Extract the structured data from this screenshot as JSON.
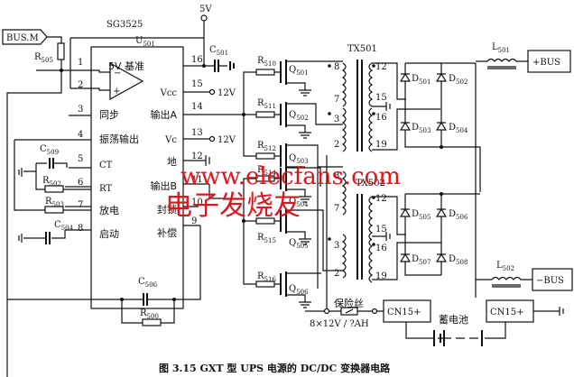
{
  "figure": {
    "caption": "图 3.15   GXT 型 UPS 电源的 DC/DC 变换器电路",
    "watermark_url": "www.elecfans.com",
    "watermark_cn": "电子发烧友",
    "watermark_color": "#e0141b"
  },
  "ic": {
    "part": "SG3525",
    "ref": "U",
    "ref_sub": "501",
    "left_pins": [
      {
        "num": "1",
        "label": ""
      },
      {
        "num": "2",
        "label": ""
      },
      {
        "num": "3",
        "label": "同步"
      },
      {
        "num": "4",
        "label": "振荡输出"
      },
      {
        "num": "5",
        "label": "CT"
      },
      {
        "num": "6",
        "label": "RT"
      },
      {
        "num": "7",
        "label": "放电"
      },
      {
        "num": "8",
        "label": "启动"
      }
    ],
    "right_pins": [
      {
        "num": "16",
        "label": "5V 基准"
      },
      {
        "num": "15",
        "label": "Vcc"
      },
      {
        "num": "14",
        "label": "输出A"
      },
      {
        "num": "13",
        "label": "Vc"
      },
      {
        "num": "12",
        "label": "地"
      },
      {
        "num": "11",
        "label": "输出B"
      },
      {
        "num": "10",
        "label": "封锁"
      },
      {
        "num": "9",
        "label": "补偿"
      }
    ],
    "opamp_minus": "−",
    "opamp_plus": "+"
  },
  "supplies": {
    "v5": "5V",
    "v12a": "12V",
    "v12b": "12V"
  },
  "connectors": {
    "bus_m": "BUS.M",
    "plus_bus": "+BUS",
    "minus_bus": "−BUS",
    "cn15a": "CN15+",
    "cn15b": "CN15+"
  },
  "components": {
    "R505": {
      "n": "R",
      "s": "505"
    },
    "C501": {
      "n": "C",
      "s": "501"
    },
    "C509": {
      "n": "C",
      "s": "509"
    },
    "R502": {
      "n": "R",
      "s": "502"
    },
    "R503": {
      "n": "R",
      "s": "503"
    },
    "C504": {
      "n": "C",
      "s": "504"
    },
    "C506": {
      "n": "C",
      "s": "506"
    },
    "R500": {
      "n": "R",
      "s": "500"
    },
    "R510": {
      "n": "R",
      "s": "510"
    },
    "R511": {
      "n": "R",
      "s": "511"
    },
    "R512": {
      "n": "R",
      "s": "512"
    },
    "R514": {
      "n": "R",
      "s": "514"
    },
    "R515": {
      "n": "R",
      "s": "515"
    },
    "R516": {
      "n": "R",
      "s": "516"
    },
    "Q501": {
      "n": "Q",
      "s": "501"
    },
    "Q502": {
      "n": "Q",
      "s": "502"
    },
    "Q503": {
      "n": "Q",
      "s": "503"
    },
    "Q504": {
      "n": "Q",
      "s": "504"
    },
    "Q505": {
      "n": "Q",
      "s": "505"
    },
    "Q506": {
      "n": "Q",
      "s": "506"
    },
    "D501": {
      "n": "D",
      "s": "501"
    },
    "D502": {
      "n": "D",
      "s": "502"
    },
    "D503": {
      "n": "D",
      "s": "503"
    },
    "D504": {
      "n": "D",
      "s": "504"
    },
    "D505": {
      "n": "D",
      "s": "505"
    },
    "D506": {
      "n": "D",
      "s": "506"
    },
    "D507": {
      "n": "D",
      "s": "507"
    },
    "D508": {
      "n": "D",
      "s": "508"
    },
    "L501": {
      "n": "L",
      "s": "501"
    },
    "L502": {
      "n": "L",
      "s": "502"
    }
  },
  "transformers": {
    "tx501": {
      "name": "TX501",
      "primary_pins": [
        "8",
        "7",
        "3",
        "2"
      ],
      "secondary_pins": [
        "12",
        "15",
        "16",
        "19"
      ]
    },
    "tx502": {
      "name": "TX502",
      "primary_pins": [
        "8",
        "7",
        "3",
        "2"
      ],
      "secondary_pins": [
        "12",
        "15",
        "16",
        "19"
      ]
    }
  },
  "battery": {
    "fuse_label": "保险丝",
    "spec": "8×12V / ?AH",
    "label": "蓄电池"
  }
}
